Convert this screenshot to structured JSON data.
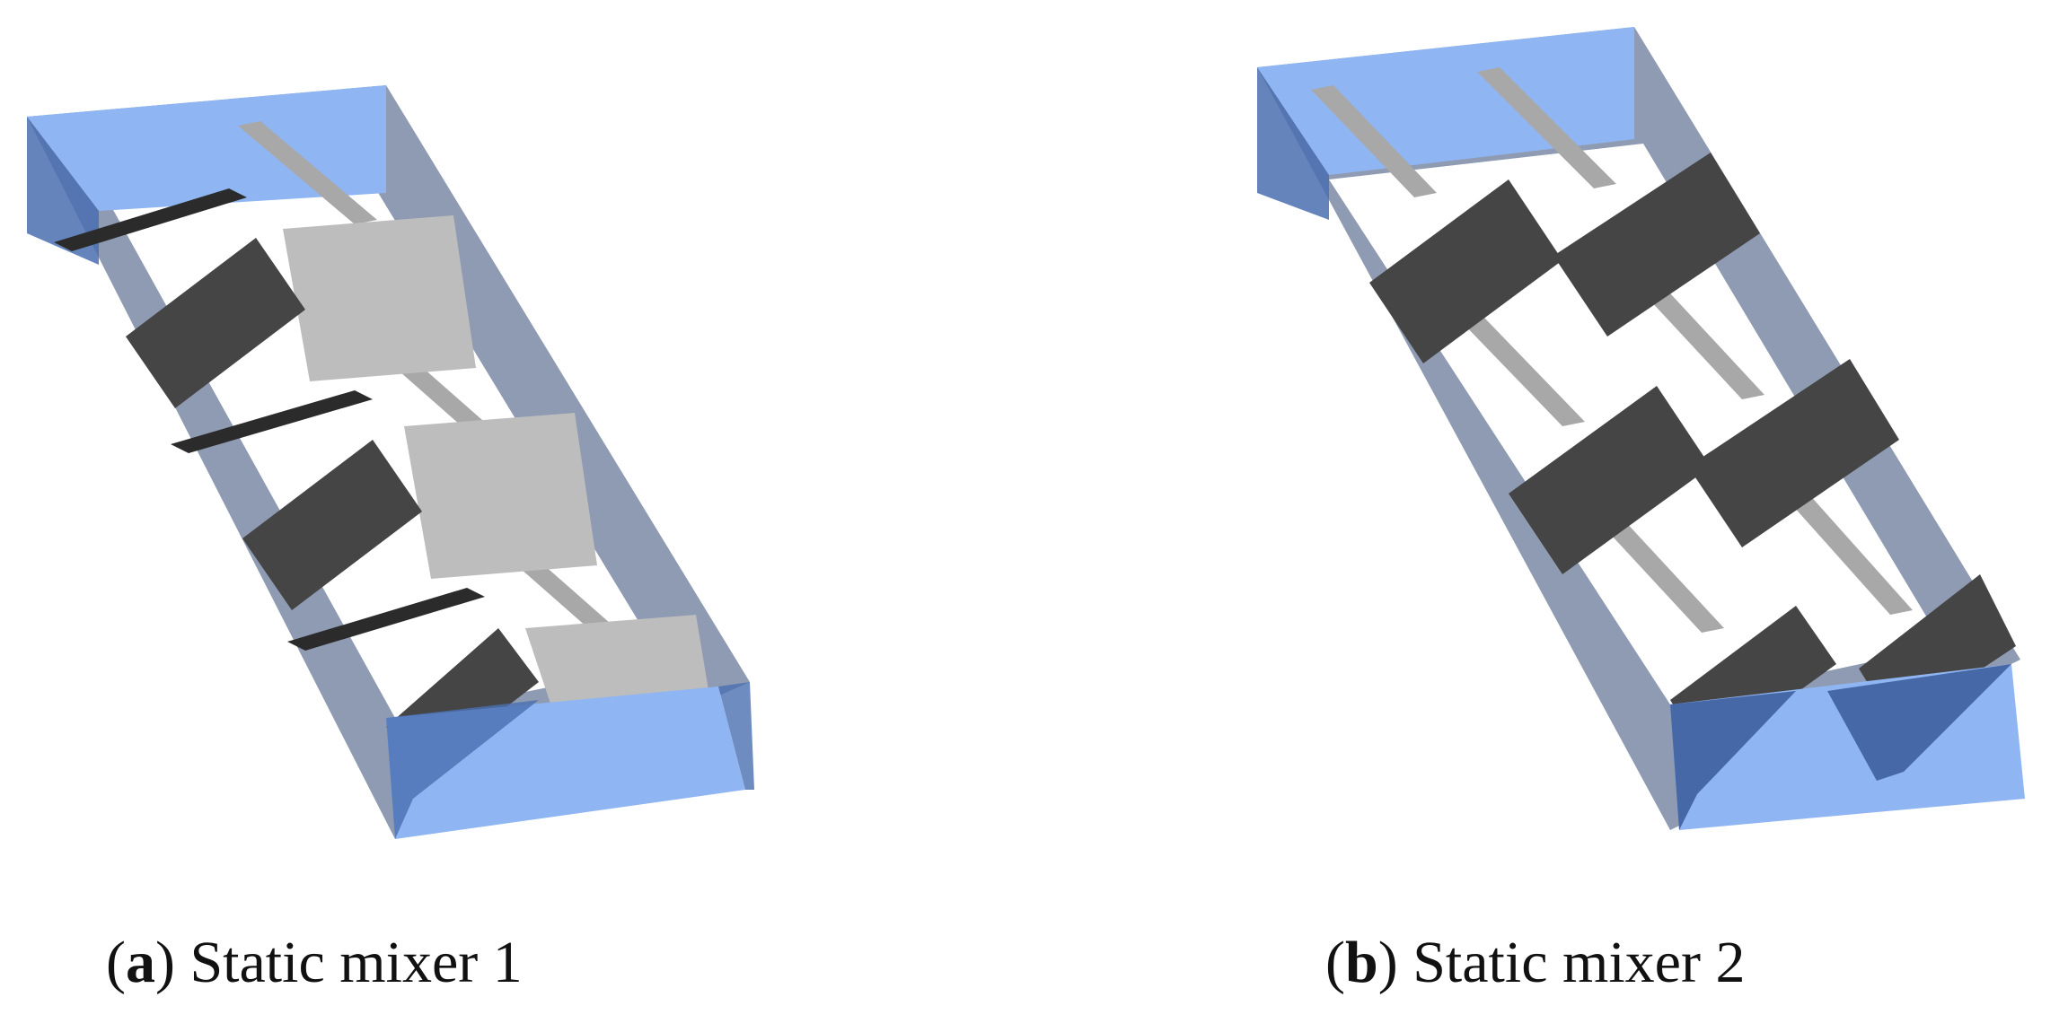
{
  "figure": {
    "panels": [
      {
        "label": "a",
        "title": "Static mixer 1"
      },
      {
        "label": "b",
        "title": "Static mixer 2"
      }
    ],
    "colors": {
      "channel_end_blue": "#8fb6f2",
      "channel_wall_grey_blue": "#7b8aa4",
      "dark_blade": "#454545",
      "light_blade": "#bdbdbd",
      "thin_blade": "#a8a8a8"
    }
  }
}
